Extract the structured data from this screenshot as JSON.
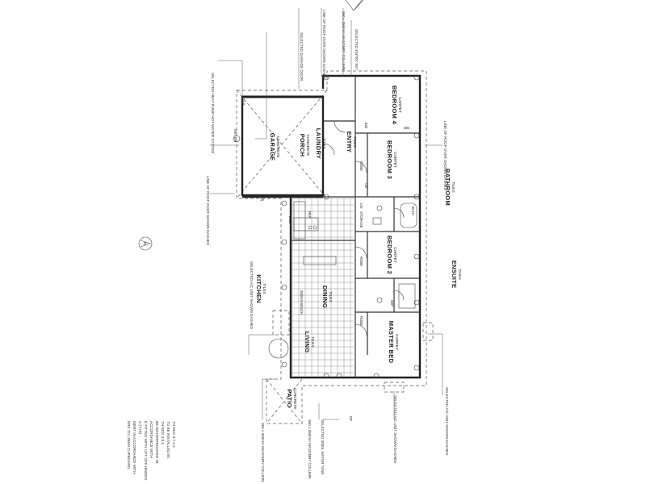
{
  "rooms": {
    "garage": {
      "name": "GARAGE",
      "finish": "CONCRETE"
    },
    "porch": {
      "name": "PORCH",
      "finish": "CONCRETE"
    },
    "laundry": {
      "name": "LAUNDRY",
      "finish": "TILES"
    },
    "entry": {
      "name": "ENTRY",
      "finish": "TILES"
    },
    "bedroom4": {
      "name": "BEDROOM 4",
      "finish": "CARPET"
    },
    "bedroom3": {
      "name": "BEDROOM 3",
      "finish": "CARPET"
    },
    "bathroom": {
      "name": "BATHROOM",
      "finish": "TILES"
    },
    "bedroom2": {
      "name": "BEDROOM 2",
      "finish": "CARPET"
    },
    "ensuite": {
      "name": "ENSUITE",
      "finish": "TILES"
    },
    "kitchen": {
      "name": "KITCHEN",
      "finish": "TILES"
    },
    "dining": {
      "name": "DINING",
      "finish": "TILES"
    },
    "living": {
      "name": "LIVING",
      "finish": "TILES"
    },
    "master": {
      "name": "MASTER BED",
      "finish": "CARPET"
    },
    "patio": {
      "name": "PATIO",
      "finish": "CONCRETE"
    }
  },
  "fixtures": {
    "robe": "ROBE",
    "linen": "LIN",
    "storage": "STORAGE",
    "bath": "BATH",
    "wip": "WIP",
    "ref": "REF",
    "bench": "300mm BENCH"
  },
  "annotations": {
    "garage_door": "SELECTED GARAGE DOOR",
    "roof_over_1": "LINE OF ROOF OVER SHOWN DASHED",
    "roof_over_2": "LINE OF ROOF OVER SHOWN DASHED",
    "roof_over_3": "LINE OF ROOF OVER SHOWN DASHED",
    "masonry_col_1": "350 x 350mm MASONRY COLUMN",
    "masonry_col_2": "350 x 350mm MASONRY COLUMN",
    "masonry_col_3": "350 x 350mm MASONRY COLUMN",
    "entry_set": "SELECTED ENTRY SET",
    "heat_pump": "SELECTED HEAT PUMP HOT WATER SYSTEM",
    "meter": "METER",
    "tap": "TAP",
    "ac_unit_1": "SELECTED A/C UNIT SHOWN DASHED",
    "ac_unit_2": "SELECTED A/C UNIT SHOWN DASHED",
    "ac_unit_3": "SELECTED A/C UNIT SHOWN DASHED",
    "water_tank": "SELECTED 3000L WATER TANK",
    "dp": "DP"
  },
  "dims": {
    "d380": "380",
    "d820": "820",
    "d720": "720",
    "d2100": "2100",
    "d19": "19"
  },
  "notes": [
    "ERS TO LINEN CUPBOARD.",
    "MENT IN ACCORDANCE WITH",
    "S (TYP)",
    "E FITTED WITH LIFT OFF HINGES",
    "ACCORDANCE WITH",
    "BE WATERPROOFED IN",
    "TH NCC 3.8.1.",
    "TO BE INSTALLED IN",
    "TH NCC 3.7.2.2."
  ],
  "north_label": "N"
}
